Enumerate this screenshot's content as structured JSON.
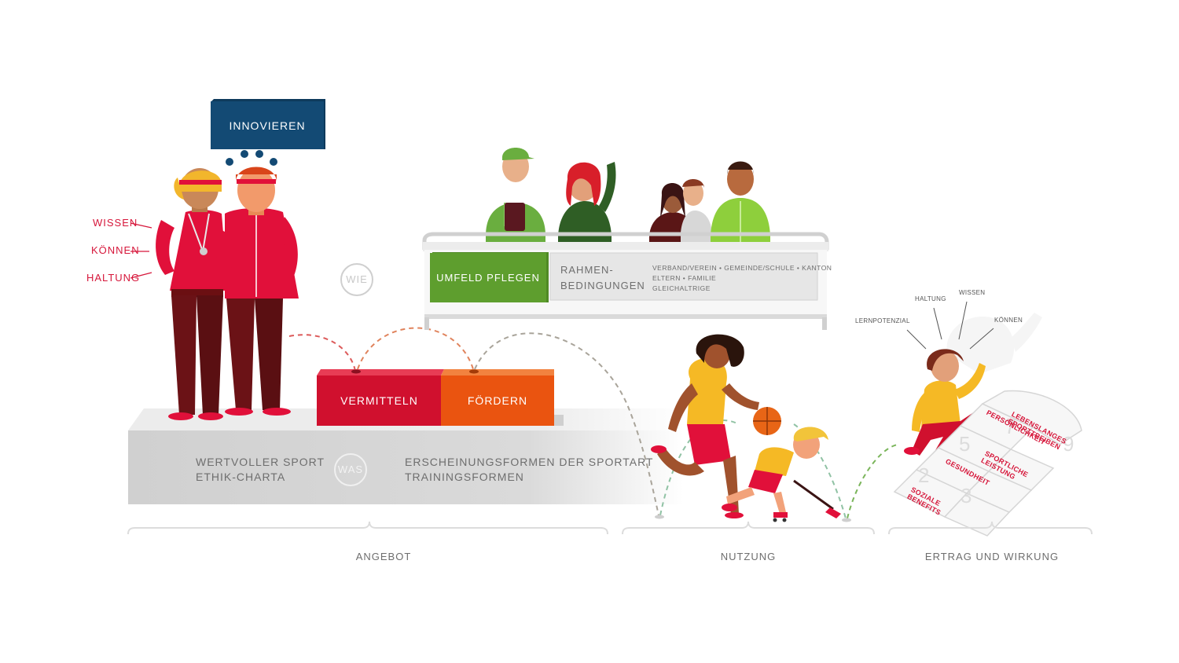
{
  "colors": {
    "red": "#e1103a",
    "dark_red": "#c8102e",
    "orange": "#ef5a12",
    "blue": "#134a74",
    "green": "#5a9e2b",
    "gray_text": "#6e6e6e",
    "platform_gray": "#d4d4d4"
  },
  "coach": {
    "innovieren": "INNOVIEREN",
    "skills": [
      "WISSEN",
      "KÖNNEN",
      "HALTUNG"
    ]
  },
  "wie_label": "WIE",
  "was_label": "WAS",
  "angebot": {
    "vermitteln": "VERMITTELN",
    "foerdern": "FÖRDERN",
    "left_lines": [
      "WERTVOLLER SPORT",
      "ETHIK-CHARTA"
    ],
    "right_lines": [
      "ERSCHEINUNGSFORMEN DER SPORTART",
      "TRAININGSFORMEN"
    ]
  },
  "umfeld": {
    "button": "UMFELD PFLEGEN",
    "rahmen": [
      "RAHMEN-",
      "BEDINGUNGEN"
    ],
    "details": [
      "VERBAND/VEREIN • GEMEINDE/SCHULE • KANTON",
      "ELTERN • FAMILIE",
      "GLEICHALTRIGE"
    ]
  },
  "child_skills": [
    "LERNPOTENZIAL",
    "HALTUNG",
    "WISSEN",
    "KÖNNEN"
  ],
  "hopscotch": {
    "outcomes": [
      "LEBENSLANGES SPORTTREIBEN",
      "PERSÖNLICHKEIT",
      "SPORTLICHE LEISTUNG",
      "GESUNDHEIT",
      "SOZIALE BENEFITS"
    ],
    "numbers": [
      "9",
      "7",
      "5",
      "2",
      "3"
    ]
  },
  "sections": [
    "ANGEBOT",
    "NUTZUNG",
    "ERTRAG UND WIRKUNG"
  ]
}
